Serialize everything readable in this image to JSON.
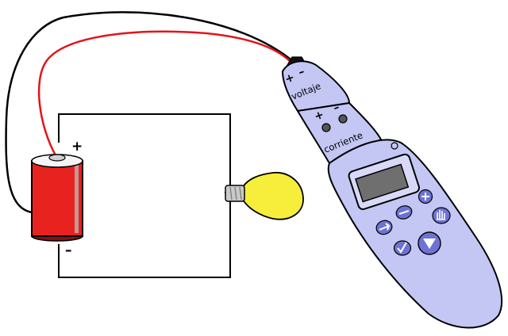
{
  "battery": {
    "plus": "+",
    "minus": "–"
  },
  "meter": {
    "voltage_plus": "+",
    "voltage_minus": "–",
    "voltage_label": "voltaje",
    "current_plus": "+",
    "current_minus": "–",
    "current_label": "corriente"
  },
  "icons": [
    "circuit-wire",
    "battery-icon",
    "light-bulb-icon",
    "multimeter-icon",
    "plus-icon",
    "minus-icon",
    "arrow-right-icon",
    "check-icon",
    "triangle-down-icon",
    "hand-icon"
  ],
  "colors": {
    "wire_black": "#000000",
    "wire_red": "#e3141b",
    "battery_red": "#e8231f",
    "bulb_yellow": "#f6ee3a",
    "meter_body": "#c4c6f4",
    "meter_button": "#6d73d6",
    "meter_screen": "#6f6f6f"
  }
}
